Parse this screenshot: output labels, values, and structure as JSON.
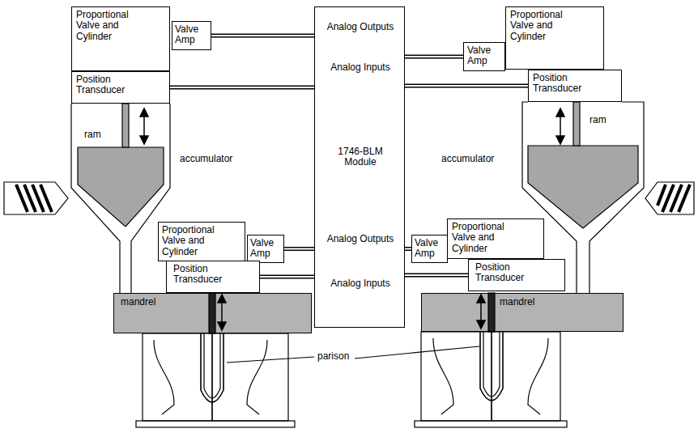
{
  "diagram": {
    "nodes": [
      {
        "text": [
          "Proportional Valve and Cylinder"
        ]
      },
      {
        "text": [
          "Valve Amp"
        ]
      },
      {
        "text": [
          "Analog Outputs",
          "Analog Inputs",
          "1746-BLM Module",
          "Analog Outputs",
          "Analog Inputs"
        ]
      },
      {
        "text": [
          "Valve Amp"
        ]
      },
      {
        "text": [
          "Proportional Valve and Cylinder"
        ]
      },
      {
        "text": [
          "Position Transducer"
        ]
      },
      {
        "text": [
          "Position Transducer"
        ]
      },
      {
        "text": [
          "Proportional Valve and Cylinder"
        ]
      },
      {
        "text": [
          "Valve Amp"
        ]
      },
      {
        "text": [
          "Valve Amp"
        ]
      },
      {
        "text": [
          "Proportional Valve and Cylinder"
        ]
      },
      {
        "text": [
          "Position Transducer"
        ]
      },
      {
        "text": [
          "Position Transducer"
        ]
      },
      {
        "text": [
          "mandrel"
        ]
      },
      {
        "text": [
          "mandrel"
        ]
      }
    ],
    "edges": [
      {
        "from": 1,
        "to": 2,
        "arrow": "none"
      },
      {
        "from": 5,
        "to": 2,
        "arrow": "none"
      },
      {
        "from": 3,
        "to": 2,
        "arrow": "none"
      },
      {
        "from": 6,
        "to": 2,
        "arrow": "none"
      },
      {
        "from": 8,
        "to": 2,
        "arrow": "none"
      },
      {
        "from": 11,
        "to": 2,
        "arrow": "none"
      },
      {
        "from": 9,
        "to": 2,
        "arrow": "none"
      },
      {
        "from": 12,
        "to": 2,
        "arrow": "none"
      }
    ],
    "labels": [
      "ram",
      "accumulator",
      "accumulator",
      "ram",
      "parison"
    ]
  }
}
